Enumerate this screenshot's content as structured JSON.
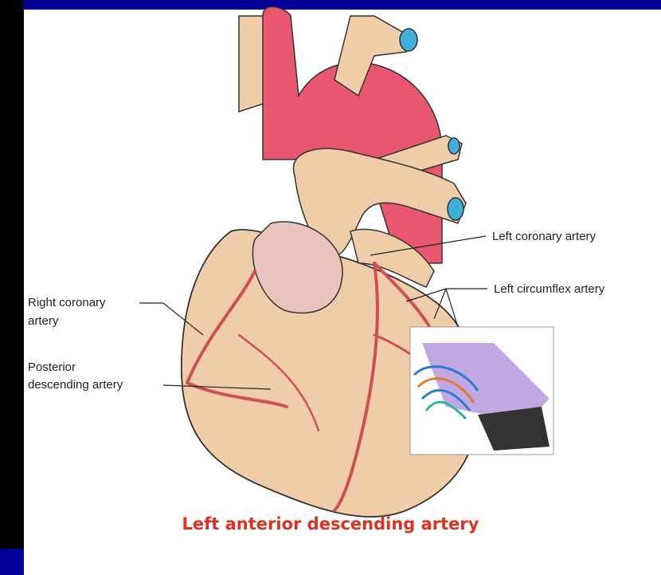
{
  "labels": {
    "left_coronary": "Left coronary artery",
    "left_circumflex": "Left circumflex artery",
    "right_coronary_line1": "Right coronary",
    "right_coronary_line2": "artery",
    "posterior_line1": "Posterior",
    "posterior_line2": "descending artery"
  },
  "caption": "Left anterior descending artery",
  "colors": {
    "background": "#000099",
    "heart": "#f0cda9",
    "aorta": "#e8566f",
    "artery": "#cf4f55",
    "caption": "#e03020"
  }
}
